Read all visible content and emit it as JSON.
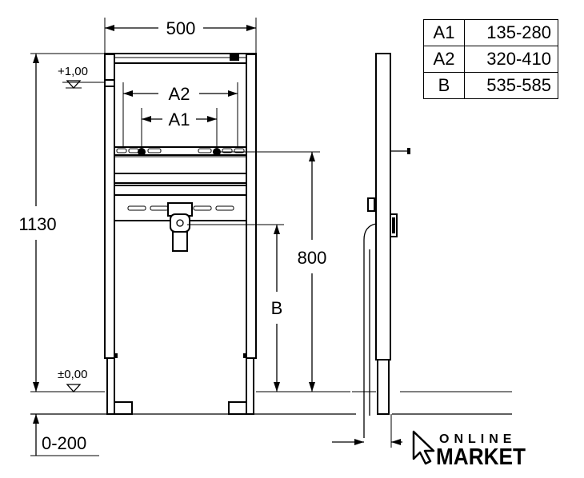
{
  "dimensions": {
    "width_total": "500",
    "height_total": "1130",
    "height_b_max": "800",
    "label_a1": "A1",
    "label_a2": "A2",
    "label_b": "B",
    "floor_range": "0-200"
  },
  "levels": {
    "upper": "+1,00",
    "floor": "±0,00"
  },
  "spec_table": {
    "rows": [
      {
        "key": "A1",
        "value": "135-280"
      },
      {
        "key": "A2",
        "value": "320-410"
      },
      {
        "key": "B",
        "value": "535-585"
      }
    ]
  },
  "brand": {
    "line1": "ONLINE",
    "line2": "MARKET",
    "icon": "cursor-arrow-icon"
  }
}
